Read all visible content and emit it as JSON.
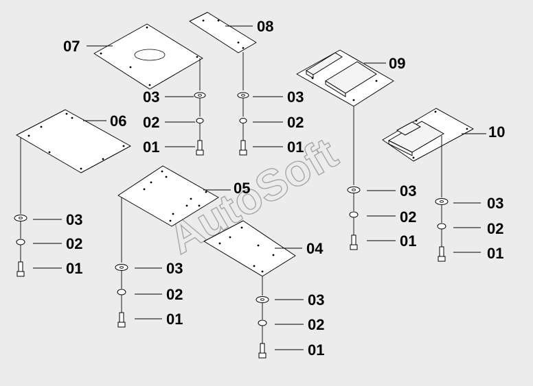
{
  "watermark": {
    "text": "AutoSoft"
  },
  "callouts": {
    "p01": "01",
    "p02": "02",
    "p03": "03",
    "p04": "04",
    "p05": "05",
    "p06": "06",
    "p07": "07",
    "p08": "08",
    "p09": "09",
    "p10": "10"
  }
}
